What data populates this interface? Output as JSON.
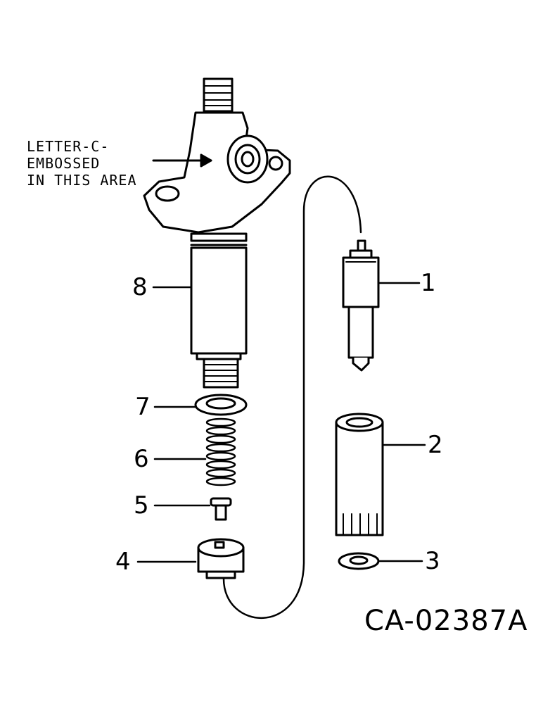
{
  "annotation": {
    "line1": "LETTER-C-",
    "line2": "EMBOSSED",
    "line3": "IN THIS AREA"
  },
  "callouts": [
    "1",
    "2",
    "3",
    "4",
    "5",
    "6",
    "7",
    "8"
  ],
  "drawing_id": "CA-02387A"
}
